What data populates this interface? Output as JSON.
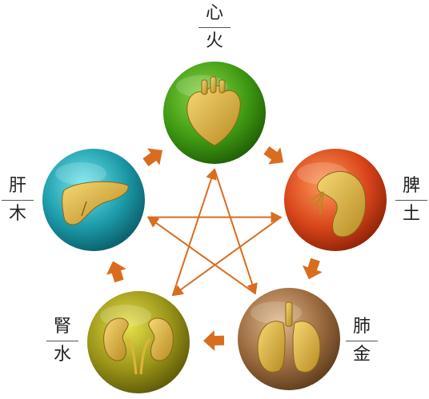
{
  "diagram": {
    "nodes": [
      {
        "id": "heart",
        "organ": "心",
        "element": "火",
        "color": "#3f9a12",
        "icon": "heart-icon"
      },
      {
        "id": "spleen",
        "organ": "脾",
        "element": "土",
        "color": "#d8451a",
        "icon": "spleen-icon"
      },
      {
        "id": "lung",
        "organ": "肺",
        "element": "金",
        "color": "#9a6a3e",
        "icon": "lungs-icon"
      },
      {
        "id": "kidney",
        "organ": "腎",
        "element": "水",
        "color": "#9a9418",
        "icon": "kidneys-icon"
      },
      {
        "id": "liver",
        "organ": "肝",
        "element": "木",
        "color": "#1c9aa8",
        "icon": "liver-icon"
      }
    ],
    "generating_cycle": [
      "heart",
      "spleen",
      "lung",
      "kidney",
      "liver"
    ],
    "controlling_cycle": [
      "heart",
      "lung",
      "liver",
      "spleen",
      "kidney"
    ],
    "arrow_color": "#d96d1f",
    "icon_color": "#e0b43c"
  }
}
